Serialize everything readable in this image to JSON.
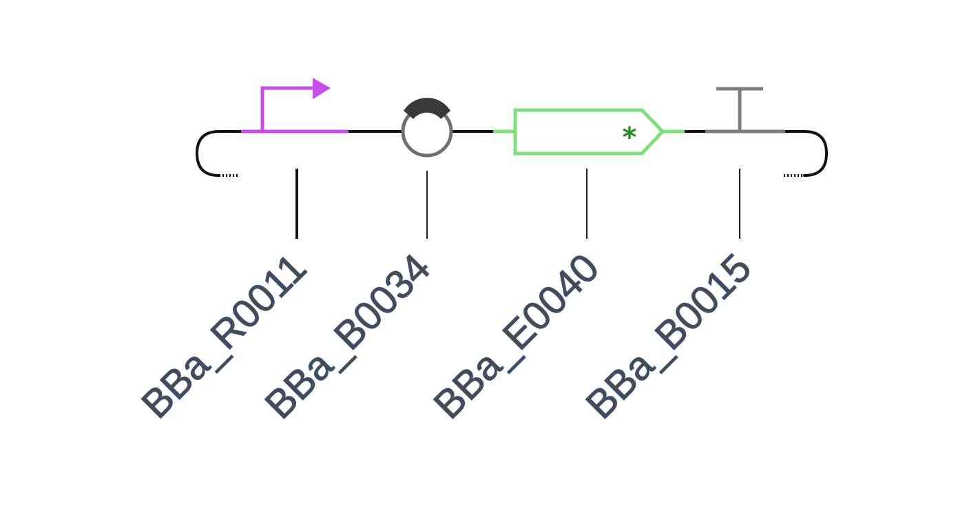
{
  "diagram": {
    "type": "genetic-circuit",
    "parts": [
      {
        "id": "BBa_R0011",
        "role": "promoter",
        "color": "#c84ee8"
      },
      {
        "id": "BBa_B0034",
        "role": "rbs",
        "color": "#6f6f6f",
        "cap_color": "#3a3a3a"
      },
      {
        "id": "BBa_E0040",
        "role": "cds",
        "color": "#7fdf7f",
        "mark": "*",
        "mark_color": "#1f8f1f"
      },
      {
        "id": "BBa_B0015",
        "role": "terminator",
        "color": "#7d7d7d"
      }
    ],
    "colors": {
      "backbone": "#111111",
      "label_text": "#4a4a4a",
      "label_outline": "#2f6fd0"
    }
  }
}
